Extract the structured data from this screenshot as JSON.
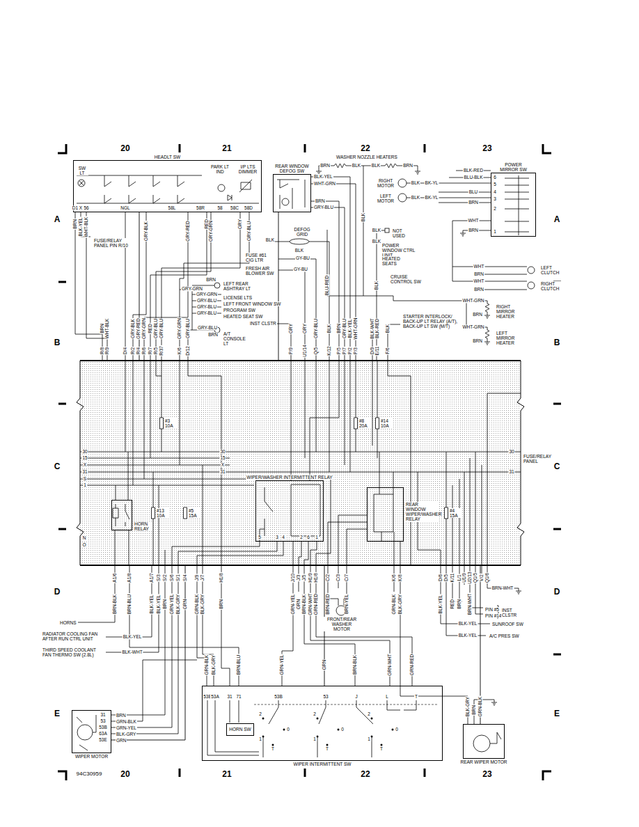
{
  "diagram": {
    "nodes": [
      {
        "text": [
          "HEADLT SW"
        ]
      },
      {
        "text": [
          "REAR WINDOW DEFOG SW"
        ]
      },
      {
        "text": [
          "POWER MIRROR SW"
        ]
      },
      {
        "text": [
          "FUSE/RELAY PANEL"
        ]
      },
      {
        "text": [
          "HORN RELAY"
        ],
        "in": 3
      },
      {
        "text": [
          "WIPER/WASHER INTERMITTENT RELAY"
        ],
        "in": 3
      },
      {
        "text": [
          "REAR WINDOW WIPER/WASHER RELAY"
        ],
        "in": 3
      },
      {
        "text": [
          "WIPER MOTOR"
        ]
      },
      {
        "text": [
          "WIPER INTERMITTENT SW"
        ]
      },
      {
        "text": [
          "HORN SW"
        ],
        "in": 8
      },
      {
        "text": [
          "REAR WIPER MOTOR"
        ]
      }
    ],
    "edges": [
      {
        "from": 0,
        "to": 3,
        "arrow": "none"
      },
      {
        "from": 1,
        "to": 3,
        "arrow": "none"
      },
      {
        "from": 3,
        "to": 7,
        "arrow": "none"
      },
      {
        "from": 3,
        "to": 8,
        "arrow": "none"
      },
      {
        "from": 3,
        "to": 10,
        "arrow": "none"
      }
    ],
    "labels": [
      "20",
      "21",
      "22",
      "23",
      "A",
      "B",
      "C",
      "D",
      "E",
      "A",
      "B",
      "C",
      "D",
      "E",
      "20",
      "21",
      "22",
      "23",
      "94C30959",
      "SW LT",
      "PARK LT IND",
      "I/P LTS DIMMER",
      "D1",
      "X",
      "56",
      "NGL",
      "58L",
      "58R",
      "58",
      "58C",
      "58D",
      "BRN",
      "BLK-YEL",
      "WHT-BLK",
      "FUSE/RELAY PANEL PIN R/10",
      "GRY-BLK",
      "GRY-RED",
      "RED",
      "GRY-GRN",
      "GRY",
      "GRY-BLU",
      "BLK-YEL",
      "WHT-GRN",
      "BRN",
      "GRY-BLU",
      "WASHER NOZZLE HEATERS",
      "BRN",
      "BLK",
      "BLK",
      "BRN",
      "BLK",
      "RIGHT MOTOR",
      "BLK",
      "BK-YL",
      "LEFT MOTOR",
      "BLK",
      "BK-YL",
      "BLK-RED",
      "BLU-BLK",
      "BLU",
      "BRN",
      "WHT",
      "BRN",
      "6",
      "5",
      "4",
      "3",
      "2",
      "1",
      "BLK",
      "NOT USED",
      "BLK",
      "POWER WINDOW CTRL UNIT",
      "HEATED SEATS",
      "CRUISE CONTROL SW",
      "BLK",
      "DEFOG GRID",
      "BLK",
      "BLK",
      "FUSE #61 CIG LTR",
      "GY-BU",
      "FRESH AIR BLOWER SW",
      "GY-BU",
      "BLU-RED",
      "BRN",
      "LEFT REAR ASHTRAY LT",
      "GRY-GRN",
      "GRY-GRN",
      "LICENSE LTS",
      "GRY-BLU",
      "LEFT FRONT WINDOW SW",
      "GRY-BLU",
      "PROGRAM SW",
      "GRY-BLU",
      "HEATED SEAT SW",
      "INST CLSTR",
      "GRY-BLU",
      "BRN",
      "A/T CONSOLE LT",
      "WHT",
      "BRN",
      "LEFT CLUTCH",
      "WHT",
      "BRN",
      "RIGHT CLUTCH",
      "WHT-GRN",
      "RIGHT MIRROR HEATER",
      "BRN",
      "WHT-GRN",
      "LEFT MIRROR HEATER",
      "BRN",
      "STARTER INTERLOCK/ BACK-UP LT RELAY (A/T), BACK-UP LT SW (M/T)",
      "BRN",
      "WHT-BLK",
      "GRY-BLK",
      "GRY-RED",
      "GRY-GRN",
      "RED",
      "GRY-BLU",
      "GRY-BLU",
      "GRY-GRN",
      "GRY-BLU",
      "GRY",
      "GRY",
      "GRY-BLU",
      "BLK",
      "BRN",
      "GRY-BLU",
      "BLK-YEL",
      "WHT-GRN",
      "BLK-WHT",
      "BLK-RED",
      "BLK",
      "R/8",
      "R/9",
      "D/4",
      "R/2",
      "R/4",
      "R/6",
      "R/7",
      "R/5",
      "R/37",
      "K/6",
      "D/12",
      "P/9",
      "U1/14",
      "Q/5",
      "K/12",
      "P/5",
      "P/7",
      "P/2",
      "P/3",
      "D/9",
      "E/11",
      "F/6",
      "#3 10A",
      "#8 20A",
      "#14 10A",
      "30",
      "15",
      "X",
      "31",
      "S",
      "1",
      "30",
      "15",
      "X",
      "31",
      "30",
      "31",
      "#13 10A",
      "#5 15A",
      "#4 15A",
      "5",
      "3",
      "4",
      "2",
      "6",
      "1",
      "N",
      "O",
      "A1/6",
      "A1/8",
      "A1/7",
      "S/3",
      "S/2",
      "S/6",
      "S/1",
      "S/4",
      "J/9",
      "J/7",
      "H1/8",
      "J/10",
      "J/3",
      "J/5",
      "H1/9",
      "H1/8",
      "C/2",
      "C/3",
      "C/7",
      "K/6",
      "K/8",
      "D/6",
      "D/5",
      "K/11",
      "L/1",
      "U1/9",
      "U2/13",
      "Q1/5",
      "V/2",
      "Q1/6",
      "BRN-BLK",
      "BRN-BLU",
      "BLK-YEL",
      "BLK-YEL",
      "BRN",
      "GRN-YEL",
      "BLK-GRY",
      "GRN",
      "GRN-BLK",
      "BLK-GRY",
      "BRN",
      "GRN-YEL",
      "GRN",
      "BRN-BLK",
      "GRN-WHT",
      "GRN-RED",
      "BRN-RED",
      "BRN-YEL",
      "GRN-BLK",
      "BLK-GRY",
      "BLK-YEL",
      "RED",
      "BRN",
      "BRN-WHT",
      "BRN-WHT",
      "PIN #5",
      "PIN #14",
      "INST CLSTR",
      "BLK-YEL",
      "SUNROOF SW",
      "BLK-YEL",
      "A/C PRES SW",
      "HORNS",
      "RADIATOR COOLING FAN AFTER RUN CTRL UNIT",
      "BLK-YEL",
      "THIRD SPEED COOLANT FAN THERMO SW (2.8L)",
      "BLK-WHT",
      "FRONT/REAR WASHER MOTOR",
      "GRN-BLK",
      "BLK-GRY",
      "BRN-BLU",
      "GRN-YEL",
      "GRN",
      "BRN-BLK",
      "GRN-WHT",
      "GRN-RED",
      "53E",
      "53A",
      "31",
      "71",
      "53B",
      "53",
      "J",
      "L",
      "T",
      "2",
      "1",
      "T",
      "0",
      "2",
      "1",
      "T",
      "0",
      "2",
      "1",
      "T",
      "0",
      "31",
      "53",
      "53B",
      "63A",
      "53E",
      "BRN",
      "GRN-BLK",
      "GRN-YEL",
      "BLK-GRY",
      "GRN",
      "BLK-GRY",
      "BRN",
      "GRN-BLK"
    ]
  }
}
